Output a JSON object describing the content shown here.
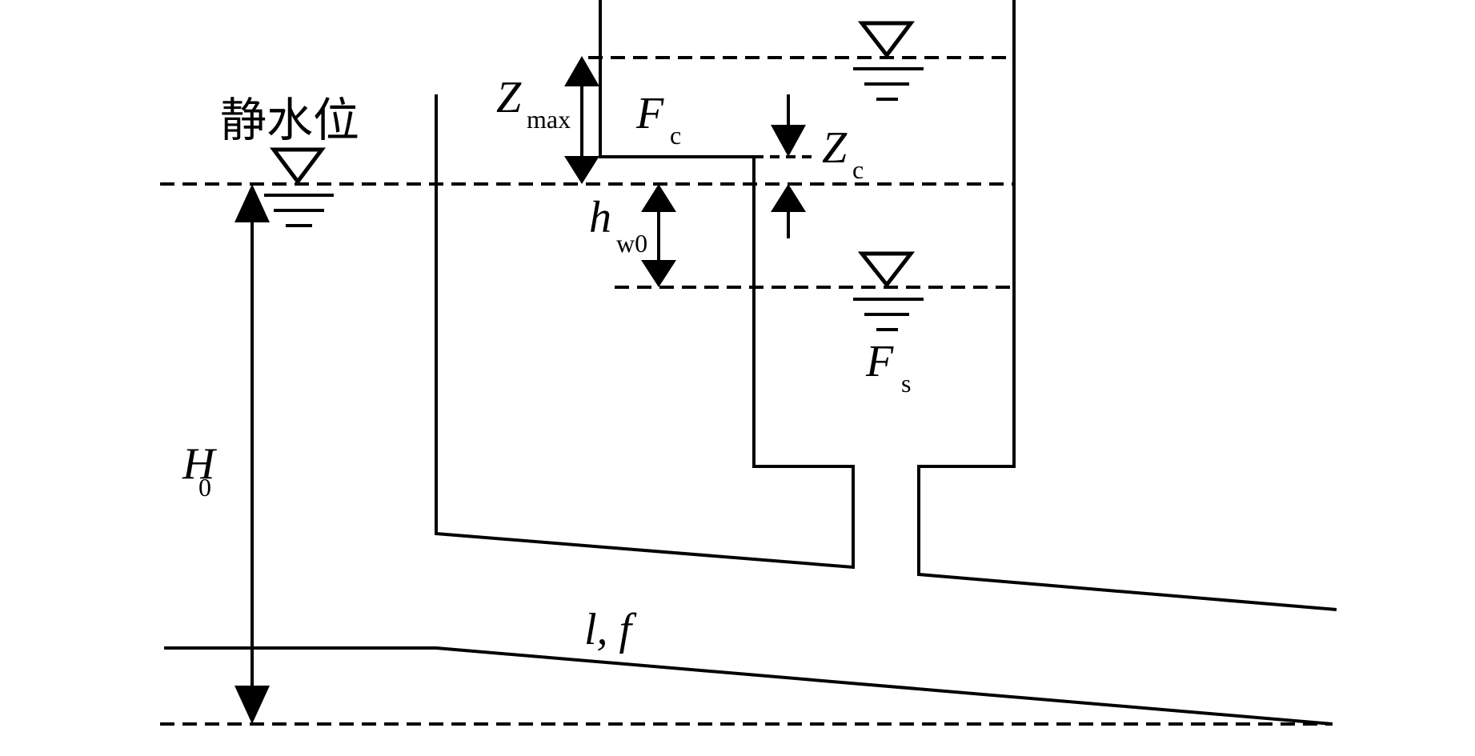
{
  "diagram": {
    "title": "Surge tank schematic",
    "labels": {
      "static_level": "静水位",
      "Z_max_main": "Z",
      "Z_max_sub": "max",
      "F_c_main": "F",
      "F_c_sub": "c",
      "Z_c_main": "Z",
      "Z_c_sub": "c",
      "h_w0_main": "h",
      "h_w0_sub": "w0",
      "F_s_main": "F",
      "F_s_sub": "s",
      "H0_main": "H",
      "H0_sub": "0",
      "tunnel": "l, f"
    },
    "colors": {
      "stroke": "#000000",
      "background": "#ffffff"
    }
  }
}
